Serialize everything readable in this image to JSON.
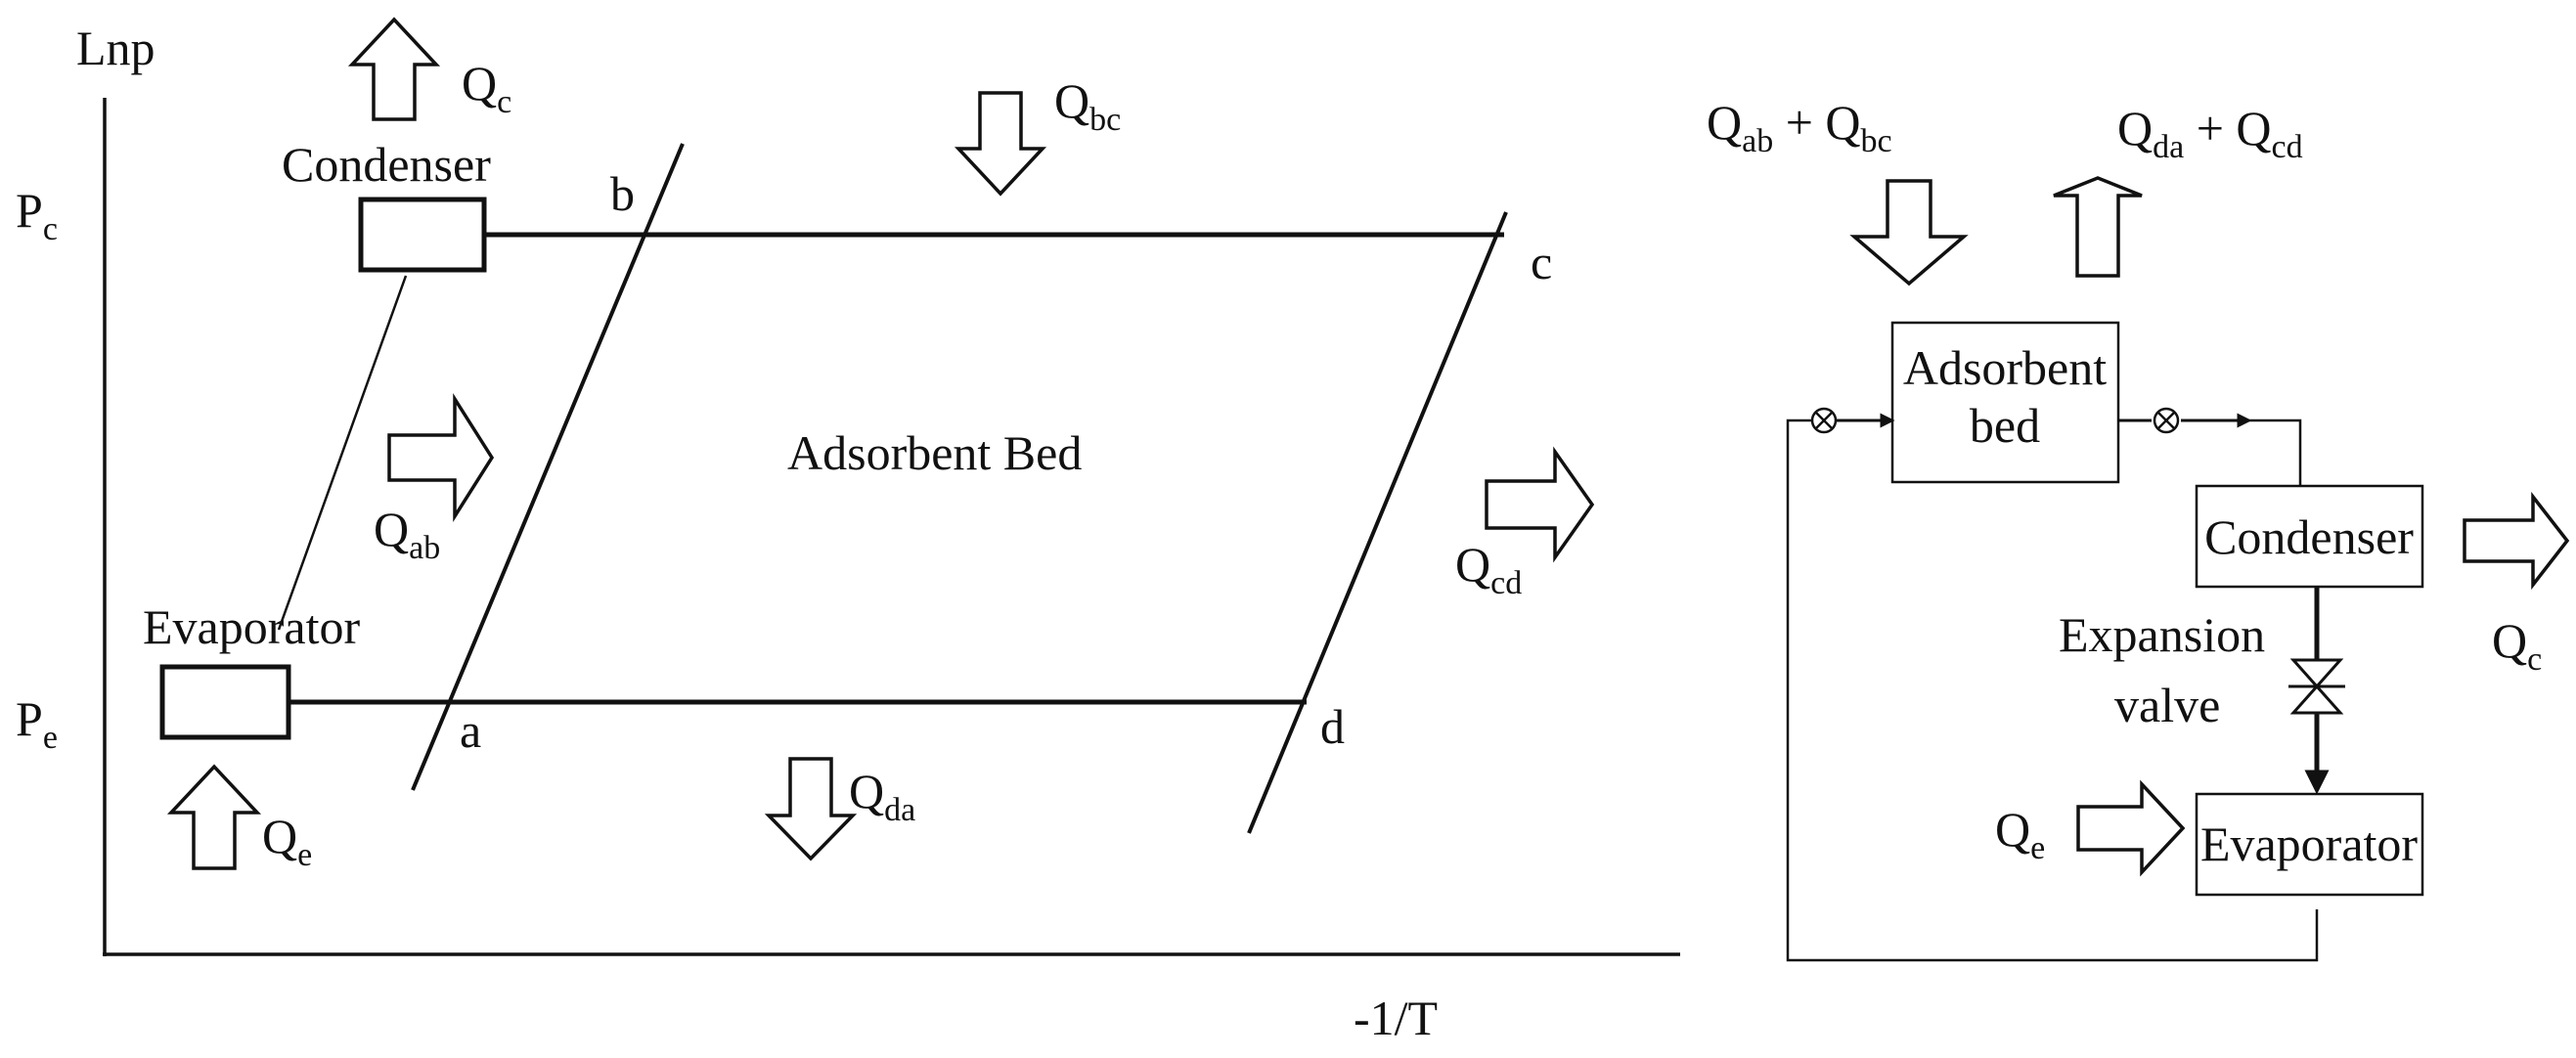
{
  "axes": {
    "y_label": "Lnp",
    "x_label": "-1/T",
    "pc": {
      "main": "P",
      "sub": "c"
    },
    "pe": {
      "main": "P",
      "sub": "e"
    }
  },
  "points": {
    "a": "a",
    "b": "b",
    "c": "c",
    "d": "d"
  },
  "cycle": {
    "bed": "Adsorbent Bed",
    "condenser": "Condenser",
    "evaporator": "Evaporator"
  },
  "heat": {
    "qc": {
      "main": "Q",
      "sub": "c"
    },
    "qbc": {
      "main": "Q",
      "sub": "bc"
    },
    "qab": {
      "main": "Q",
      "sub": "ab"
    },
    "qcd": {
      "main": "Q",
      "sub": "cd"
    },
    "qe": {
      "main": "Q",
      "sub": "e"
    },
    "qda": {
      "main": "Q",
      "sub": "da"
    }
  },
  "schematic": {
    "input_heat": {
      "q1": "Q",
      "s1": "ab",
      "plus": " + ",
      "q2": "Q",
      "s2": "bc"
    },
    "output_heat": {
      "q1": "Q",
      "s1": "da",
      "plus": " + ",
      "q2": "Q",
      "s2": "cd"
    },
    "bed_line1": "Adsorbent",
    "bed_line2": "bed",
    "condenser": "Condenser",
    "evaporator": "Evaporator",
    "valve_line1": "Expansion",
    "valve_line2": "valve",
    "qc": {
      "main": "Q",
      "sub": "c"
    },
    "qe": {
      "main": "Q",
      "sub": "e"
    }
  },
  "icons": {
    "heat_arrow": "hollow-arrow-icon",
    "check_valve": "valve-icon",
    "expansion_valve": "expansion-valve-icon"
  }
}
